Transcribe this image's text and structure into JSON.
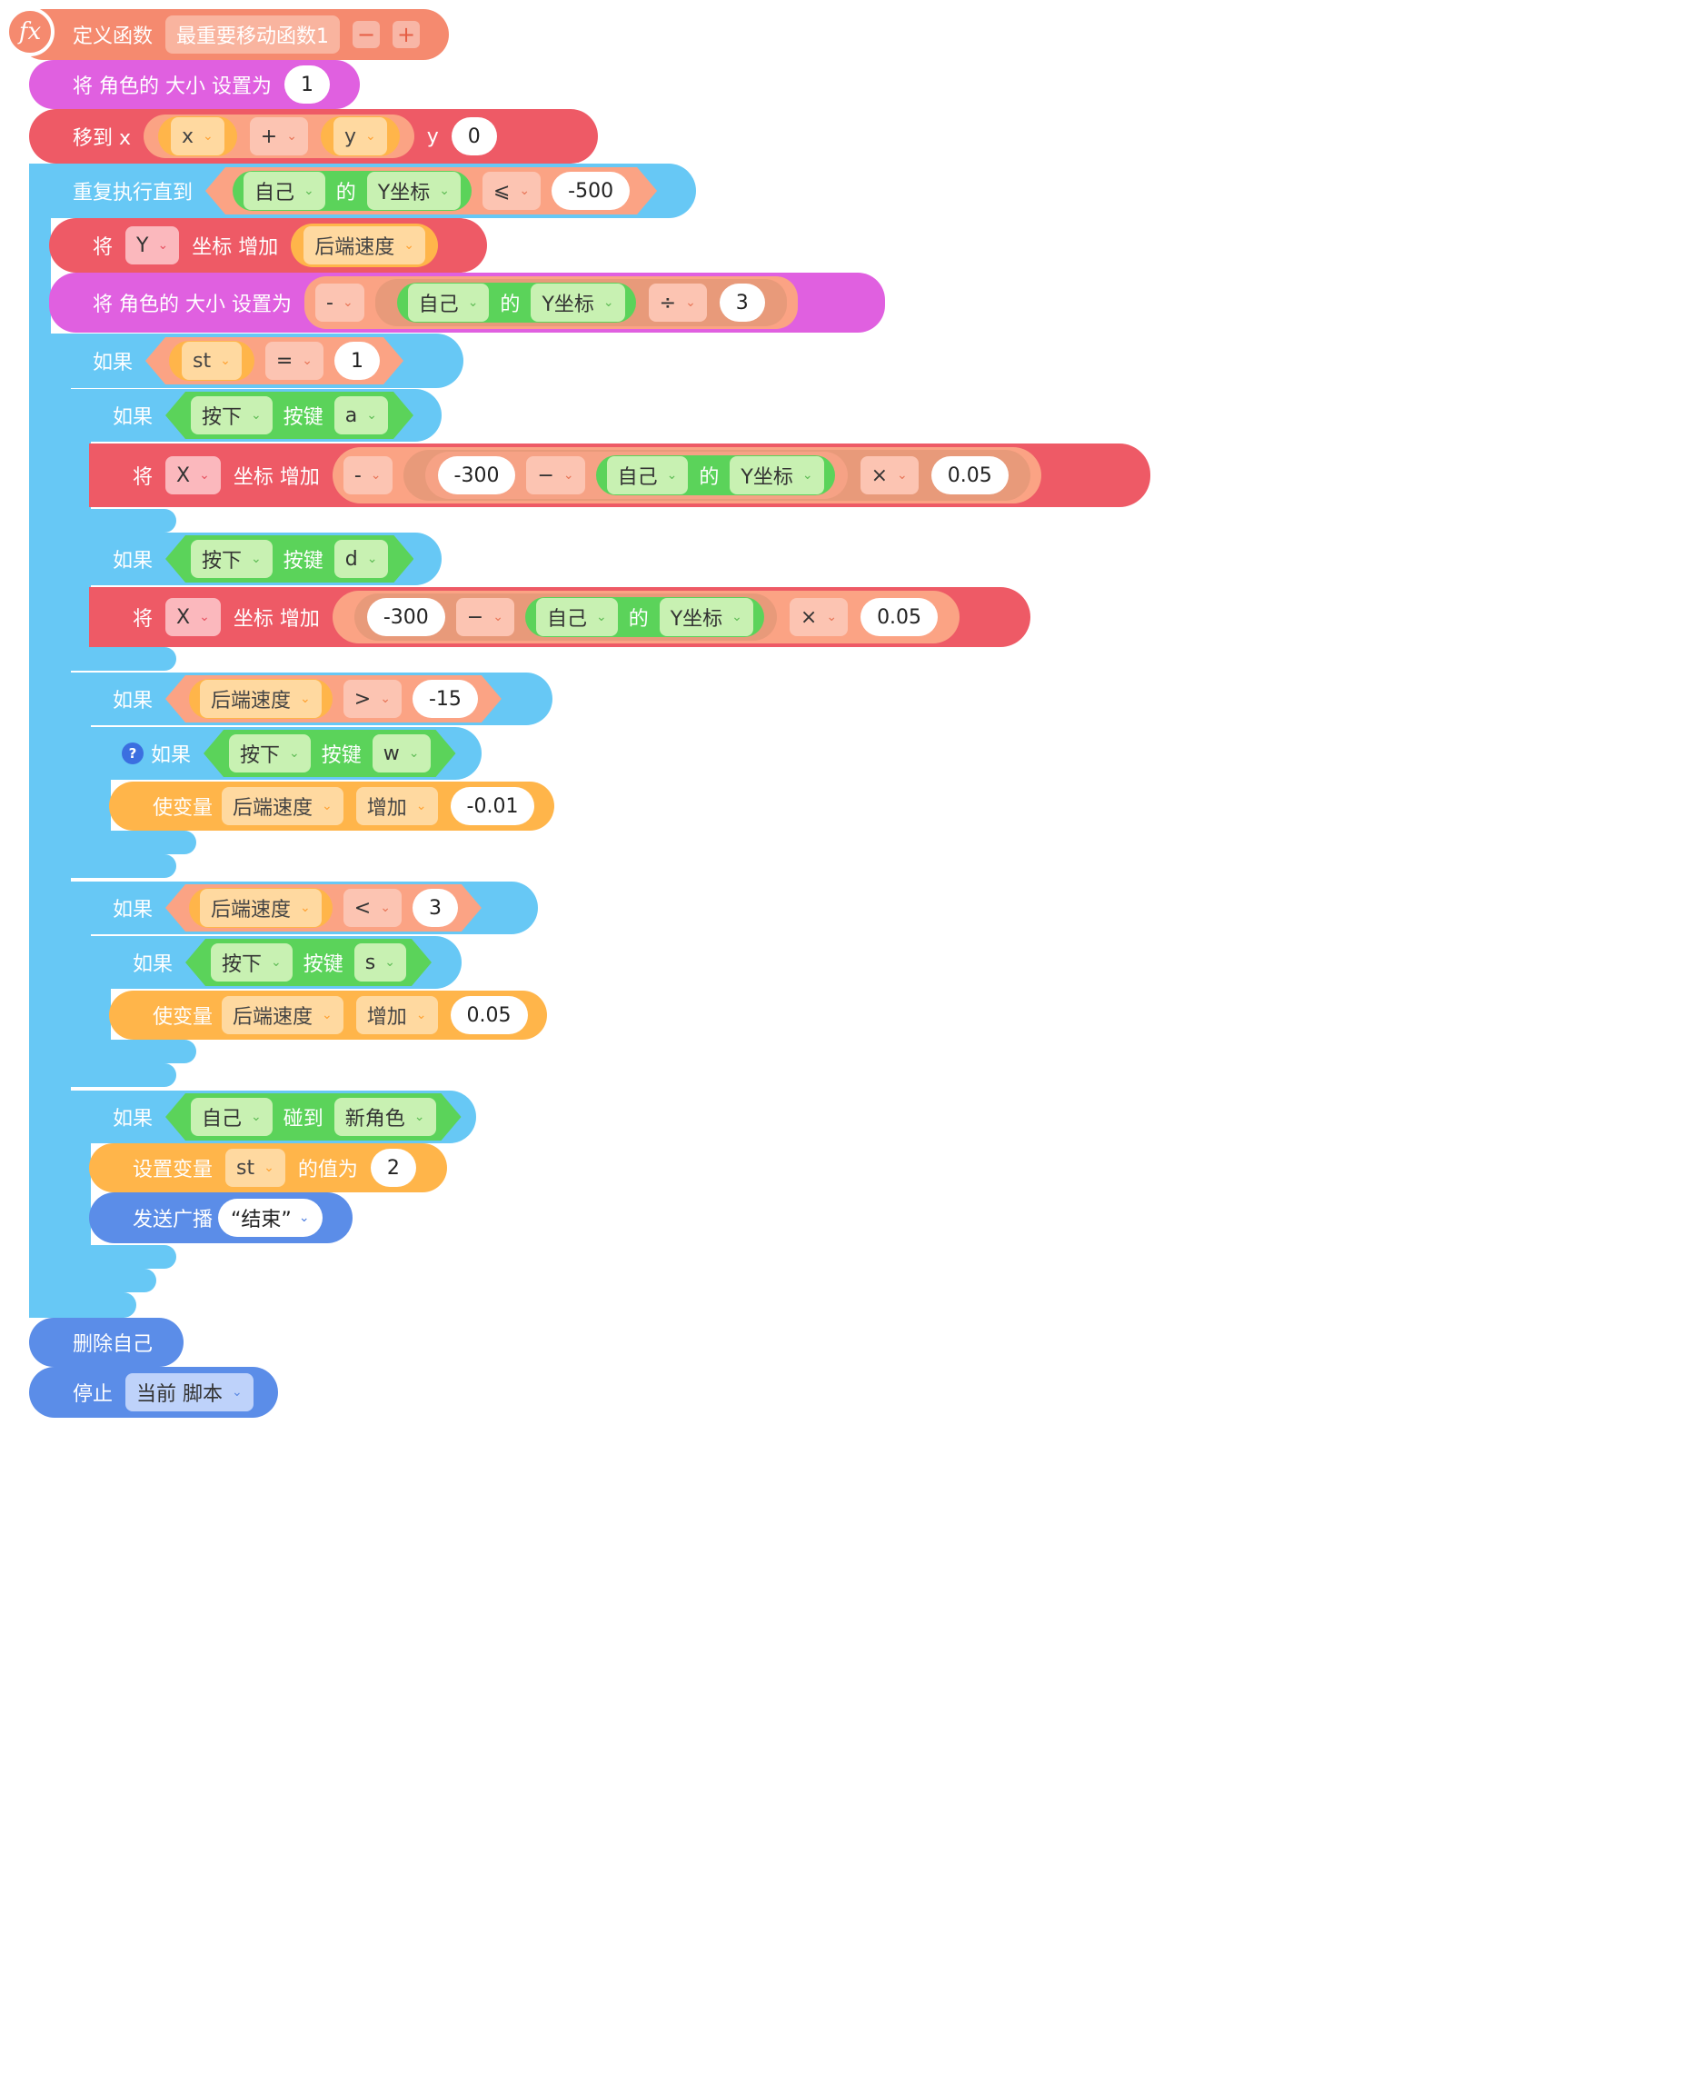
{
  "func": {
    "icon": "fx",
    "label": "定义函数",
    "name": "最重要移动函数1",
    "minus": "−",
    "plus": "+"
  },
  "blocks": {
    "set_size1": {
      "label": "将 角色的 大小 设置为",
      "value": "1"
    },
    "moveto": {
      "label": "移到 x",
      "x_var": "x",
      "op": "+",
      "y_var": "y",
      "y_label": "y",
      "y_val": "0"
    },
    "repeat": {
      "label": "重复执行直到",
      "self": "自己",
      "de": "的",
      "prop": "Y坐标",
      "op": "⩽",
      "val": "-500"
    },
    "incY": {
      "label1": "将",
      "axis": "Y",
      "label2": "坐标 增加",
      "var": "后端速度"
    },
    "set_size2": {
      "label": "将 角色的 大小 设置为",
      "neg": "-",
      "self": "自己",
      "de": "的",
      "prop": "Y坐标",
      "op": "÷",
      "val": "3"
    },
    "if_st": {
      "label": "如果",
      "var": "st",
      "op": "=",
      "val": "1"
    },
    "if_a": {
      "label": "如果",
      "press": "按下",
      "key_label": "按键",
      "key": "a"
    },
    "incX_a": {
      "label1": "将",
      "axis": "X",
      "label2": "坐标 增加",
      "neg": "-",
      "n1": "-300",
      "op1": "−",
      "self": "自己",
      "de": "的",
      "prop": "Y坐标",
      "op2": "×",
      "n2": "0.05"
    },
    "if_d": {
      "label": "如果",
      "press": "按下",
      "key_label": "按键",
      "key": "d"
    },
    "incX_d": {
      "label1": "将",
      "axis": "X",
      "label2": "坐标 增加",
      "n1": "-300",
      "op1": "−",
      "self": "自己",
      "de": "的",
      "prop": "Y坐标",
      "op2": "×",
      "n2": "0.05"
    },
    "if_speed_gt": {
      "label": "如果",
      "var": "后端速度",
      "op": ">",
      "val": "-15"
    },
    "if_w": {
      "label": "如果",
      "press": "按下",
      "key_label": "按键",
      "key": "w"
    },
    "change_w": {
      "label": "使变量",
      "var": "后端速度",
      "action": "增加",
      "val": "-0.01"
    },
    "if_speed_lt": {
      "label": "如果",
      "var": "后端速度",
      "op": "<",
      "val": "3"
    },
    "if_s": {
      "label": "如果",
      "press": "按下",
      "key_label": "按键",
      "key": "s"
    },
    "change_s": {
      "label": "使变量",
      "var": "后端速度",
      "action": "增加",
      "val": "0.05"
    },
    "if_touch": {
      "label": "如果",
      "self": "自己",
      "touch": "碰到",
      "target": "新角色"
    },
    "set_st": {
      "label": "设置变量",
      "var": "st",
      "label2": "的值为",
      "val": "2"
    },
    "broadcast": {
      "label": "发送广播",
      "msg": "“结束”"
    },
    "delete_self": {
      "label": "删除自己"
    },
    "stop": {
      "label": "停止",
      "target": "当前 脚本"
    }
  },
  "chevron": "⌄",
  "help_icon": "?"
}
